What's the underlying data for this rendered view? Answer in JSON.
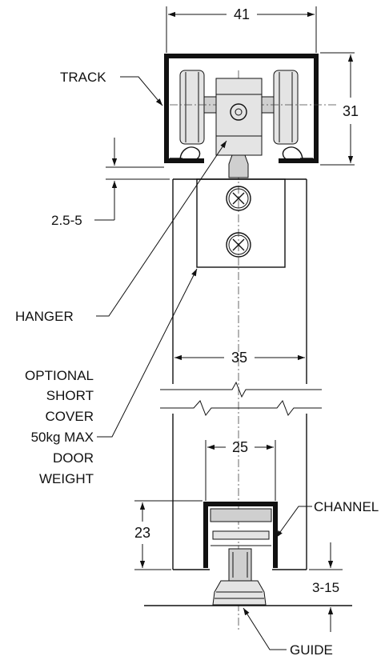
{
  "dimensions": {
    "track_width": "41",
    "track_height": "31",
    "gap": "2.5-5",
    "door_width": "35",
    "channel_width": "25",
    "channel_height": "23",
    "guide_gap": "3-15"
  },
  "labels": {
    "track": "TRACK",
    "hanger": "HANGER",
    "cover": [
      "OPTIONAL",
      "SHORT",
      "COVER"
    ],
    "weight": [
      "50kg MAX",
      "DOOR",
      "WEIGHT"
    ],
    "channel": "CHANNEL",
    "guide": "GUIDE"
  }
}
